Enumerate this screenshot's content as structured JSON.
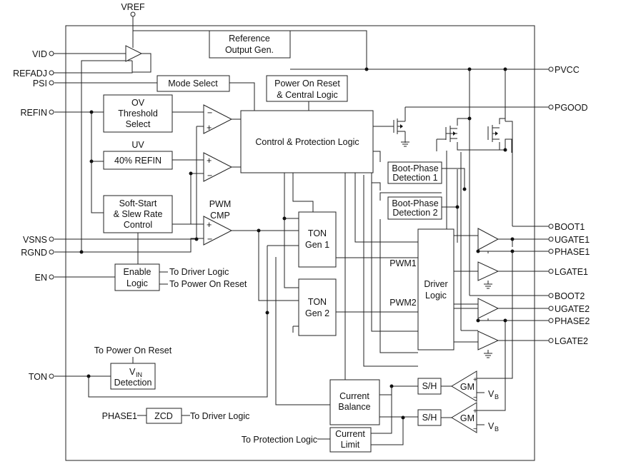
{
  "pins_left": {
    "vid": "VID",
    "refadj": "REFADJ",
    "psi": "PSI",
    "refin": "REFIN",
    "vsns": "VSNS",
    "rgnd": "RGND",
    "en": "EN",
    "ton": "TON"
  },
  "pins_top": {
    "vref": "VREF"
  },
  "pins_right": {
    "pvcc": "PVCC",
    "pgood": "PGOOD",
    "boot1": "BOOT1",
    "ugate1": "UGATE1",
    "phase1": "PHASE1",
    "lgate1": "LGATE1",
    "boot2": "BOOT2",
    "ugate2": "UGATE2",
    "phase2": "PHASE2",
    "lgate2": "LGATE2"
  },
  "blocks": {
    "reference_output": [
      "Reference",
      "Output Gen."
    ],
    "mode_select": "Mode Select",
    "power_on_reset": [
      "Power On Reset",
      "& Central Logic"
    ],
    "ov_threshold": [
      "OV",
      "Threshold",
      "Select"
    ],
    "uv_label": "UV",
    "uv_refin": "40% REFIN",
    "control_protection": "Control & Protection Logic",
    "soft_start": [
      "Soft-Start",
      "& Slew Rate",
      "Control"
    ],
    "pwm_cmp": [
      "PWM",
      "CMP"
    ],
    "boot_phase_1": [
      "Boot-Phase",
      "Detection 1"
    ],
    "boot_phase_2": [
      "Boot-Phase",
      "Detection 2"
    ],
    "ton_gen_1": [
      "TON",
      "Gen 1"
    ],
    "ton_gen_2": [
      "TON",
      "Gen 2"
    ],
    "driver_logic": [
      "Driver",
      "Logic"
    ],
    "enable_logic": [
      "Enable",
      "Logic"
    ],
    "vin_detection": "Detection",
    "vin_main": "V",
    "vin_sub": "IN",
    "current_balance": [
      "Current",
      "Balance"
    ],
    "current_limit": [
      "Current",
      "Limit"
    ],
    "sh": "S/H",
    "gm": "GM",
    "vb_main": "V",
    "vb_sub": "B",
    "zcd": "ZCD"
  },
  "labels": {
    "pwm1": "PWM1",
    "pwm2": "PWM2",
    "to_driver_logic": "To Driver Logic",
    "to_power_on_reset": "To Power On Reset",
    "to_power_on_reset_top": "To Power On Reset",
    "phase1_in": "PHASE1",
    "zcd_out": "To Driver Logic",
    "to_protection_logic": "To Protection Logic",
    "minus": "−",
    "plus": "+"
  }
}
